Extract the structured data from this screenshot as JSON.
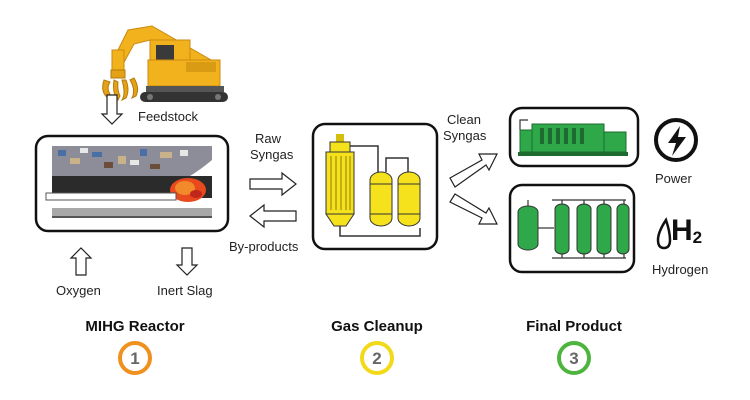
{
  "labels": {
    "feedstock": "Feedstock",
    "raw_syngas_line1": "Raw",
    "raw_syngas_line2": "Syngas",
    "byproducts": "By-products",
    "clean_syngas_line1": "Clean",
    "clean_syngas_line2": "Syngas",
    "oxygen": "Oxygen",
    "inert_slag": "Inert Slag",
    "power": "Power",
    "hydrogen": "Hydrogen",
    "h2_symbol": "H",
    "h2_subscript": "2"
  },
  "stages": [
    {
      "title": "MIHG Reactor",
      "number": "1",
      "color": "#f0901e"
    },
    {
      "title": "Gas Cleanup",
      "number": "2",
      "color": "#f2d91a"
    },
    {
      "title": "Final Product",
      "number": "3",
      "color": "#4db53f"
    }
  ],
  "colors": {
    "excavator": "#f2b21d",
    "cleanup_vessels": "#f5e21c",
    "generator": "#2fa84a",
    "fire": "#e8491d"
  },
  "icons": {
    "excavator": "excavator-icon",
    "power": "lightning-bolt-icon",
    "hydrogen": "hydrogen-icon"
  }
}
